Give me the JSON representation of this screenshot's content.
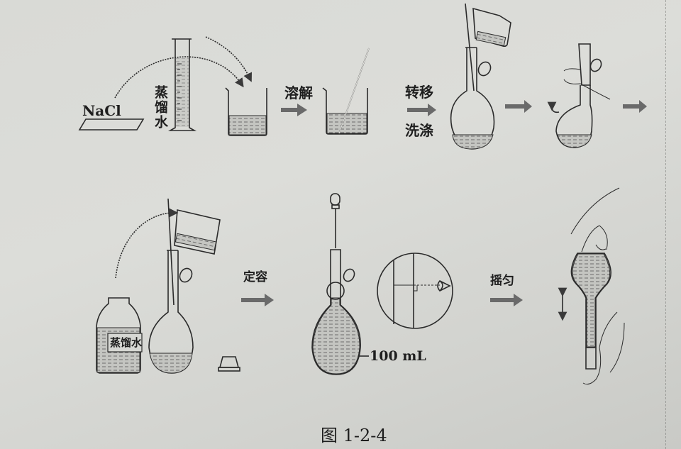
{
  "figure": {
    "caption": "图 1-2-4",
    "row1": {
      "reagent_label": "NaCl",
      "cylinder_label": "蒸馏水",
      "step1_label": "溶解",
      "step2_label_top": "转移",
      "step2_label_bottom": "洗涤"
    },
    "row2": {
      "bottle_label": "蒸馏水",
      "step3_label": "定容",
      "volume_label": "100 mL",
      "step4_label": "摇匀"
    },
    "colors": {
      "ink": "#2b2b2b",
      "paper": "#d9dad6",
      "arrow": "#6a6a6a"
    }
  }
}
